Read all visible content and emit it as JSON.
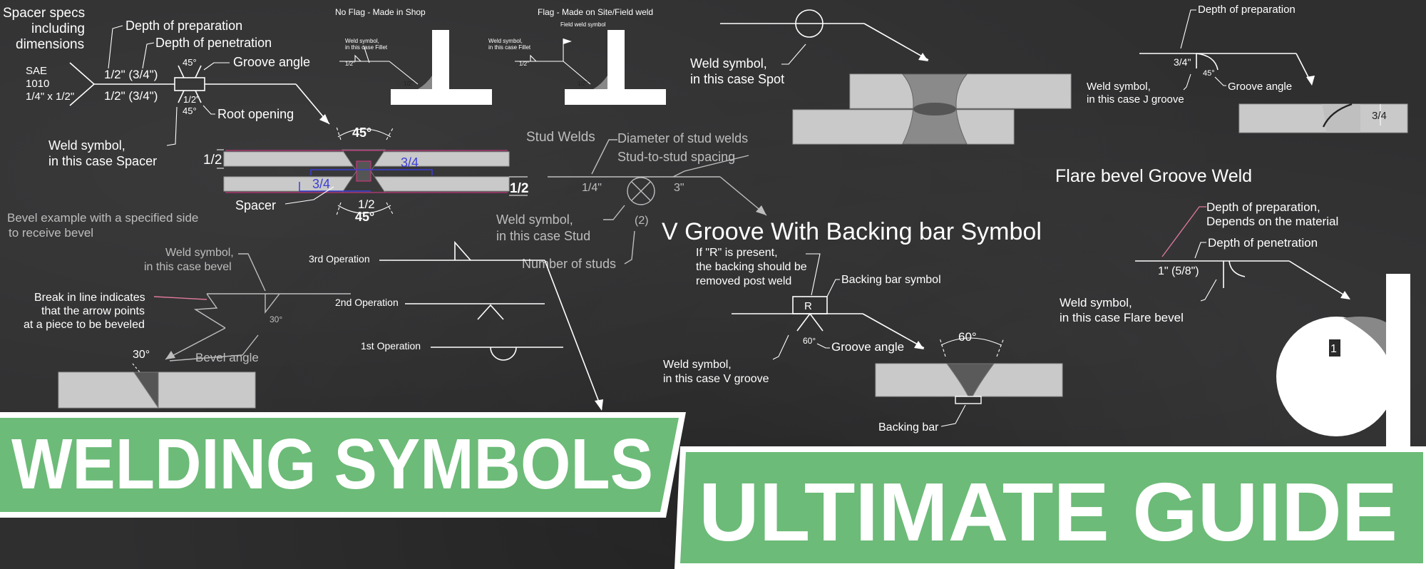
{
  "spacer": {
    "specs": [
      "Spacer specs",
      "including",
      "dimensions"
    ],
    "material": [
      "SAE",
      "1010",
      "1/4\" x 1/2\""
    ],
    "prep_depth_label": "Depth of preparation",
    "pen_depth_label": "Depth of penetration",
    "top_dim": "1/2\" (3/4\")",
    "bot_dim": "1/2\" (3/4\")",
    "top_angle": "45°",
    "bot_small": "1/2\"",
    "bot_angle": "45°",
    "groove_angle_label": "Groove angle",
    "root_opening_label": "Root opening",
    "symbol_label": [
      "Weld symbol,",
      "in this case Spacer"
    ],
    "detail_top_angle": "45°",
    "detail_bot_angle": "45°",
    "left_dim": "1/2",
    "right_dim": "1/2",
    "blue_top": "3/4",
    "blue_left": "3/4",
    "bottom_center": "1/2",
    "spacer_label": "Spacer"
  },
  "fillet": {
    "no_flag_title": "No Flag - Made in Shop",
    "flag_title": "Flag - Made on Site/Field weld",
    "weld_symbol": [
      "Weld symbol,",
      "in this case Fillet"
    ],
    "field_weld_symbol": "Field weld symbol",
    "dim": "1/2\""
  },
  "stud": {
    "title": "Stud Welds",
    "diameter_label": "Diameter of stud welds",
    "spacing_label": "Stud-to-stud spacing",
    "diameter": "1/4\"",
    "spacing": "3\"",
    "count": "(2)",
    "symbol_label": [
      "Weld symbol,",
      "in this case Stud"
    ],
    "count_label": "Number of studs"
  },
  "bevel": {
    "caption": [
      "Bevel example with a specified side",
      "to receive bevel"
    ],
    "symbol_label": [
      "Weld symbol,",
      "in this case bevel"
    ],
    "break_label": [
      "Break in line indicates",
      "that the arrow points",
      "at a piece to be beveled"
    ],
    "symbol_angle": "30°",
    "detail_angle": "30°",
    "bevel_angle_label": "Bevel angle"
  },
  "operations": [
    "3rd Operation",
    "2nd Operation",
    "1st Operation"
  ],
  "spot": {
    "symbol_label": [
      "Weld symbol,",
      "in this case Spot"
    ]
  },
  "vgroove": {
    "title": "V Groove With Backing bar Symbol",
    "r_note": [
      "If \"R\" is present,",
      "the backing should be",
      "removed post weld"
    ],
    "r": "R",
    "backing_symbol_label": "Backing bar symbol",
    "angle": "60°",
    "groove_angle_label": "Groove angle",
    "symbol_label": [
      "Weld symbol,",
      "in this case V groove"
    ],
    "detail_angle": "60°",
    "backing_bar_label": "Backing bar"
  },
  "jgroove": {
    "prep_label": "Depth of preparation",
    "dim": "3/4\"",
    "angle": "45°",
    "groove_angle_label": "Groove angle",
    "symbol_label": [
      "Weld symbol,",
      "in this case J groove"
    ],
    "detail_dim": "3/4"
  },
  "flare": {
    "title": "Flare bevel Groove Weld",
    "prep_label": [
      "Depth of preparation,",
      "Depends on the material"
    ],
    "pen_label": "Depth of penetration",
    "dims": "1\"  (5/8\")",
    "symbol_label": [
      "Weld symbol,",
      "in this case Flare bevel"
    ],
    "circle_label": "1"
  },
  "banner": {
    "left": "WELDING SYMBOLS",
    "right": "ULTIMATE GUIDE"
  },
  "colors": {
    "banner_green": "#6cbb78",
    "board": "#2f2f30",
    "plate": "#c9c9c9",
    "blue": "#3b3fd6"
  }
}
